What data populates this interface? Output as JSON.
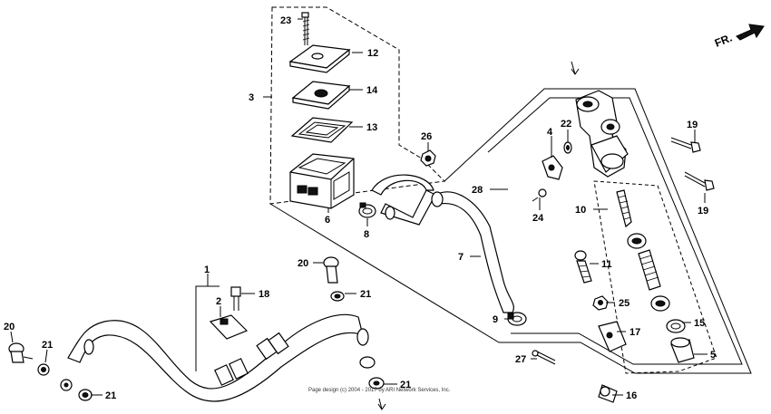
{
  "direction_label": "FR.",
  "copyright": "Page design (c) 2004 - 2017 by ARI Network Services, Inc.",
  "callouts": [
    "23",
    "12",
    "14",
    "13",
    "3",
    "26",
    "6",
    "8",
    "22",
    "4",
    "19",
    "28",
    "24",
    "19",
    "10",
    "7",
    "11",
    "20",
    "21",
    "1",
    "2",
    "18",
    "25",
    "9",
    "15",
    "17",
    "20",
    "21",
    "5",
    "27",
    "21",
    "21",
    "16"
  ]
}
